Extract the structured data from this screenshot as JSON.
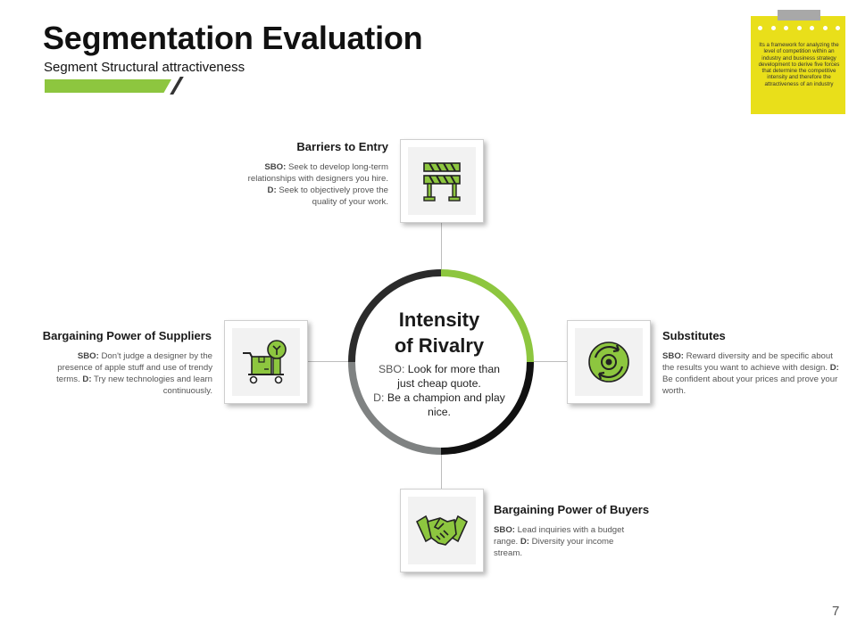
{
  "slide": {
    "title": "Segmentation Evaluation",
    "subtitle": "Segment Structural  attractiveness",
    "page_number": "7"
  },
  "note": {
    "text": "Its a framework for analyzing the level of competition within an industry and business strategy development to derive five forces that determine the competitive intensity and therefore the attractiveness of an industry"
  },
  "center": {
    "title_line1": "Intensity",
    "title_line2": "of Rivalry",
    "sbo_label": "SBO:",
    "sbo_text": " Look for more than just cheap quote.",
    "d_label": "D:",
    "d_text": " Be a champion and play nice."
  },
  "forces": {
    "barriers": {
      "title": "Barriers to Entry",
      "sbo_label": "SBO:",
      "sbo_text": " Seek to develop long-term relationships with  designers you hire.",
      "d_label": "D:",
      "d_text": " Seek to objectively prove the quality of your work.",
      "icon": "barrier-icon"
    },
    "suppliers": {
      "title": "Bargaining Power of Suppliers",
      "sbo_label": "SBO:",
      "sbo_text": " Don't judge a designer by the presence of apple stuff and use of trendy terms.",
      "d_label": "D:",
      "d_text": " Try new technologies and learn continuously.",
      "icon": "supply-cart-icon"
    },
    "substitutes": {
      "title": "Substitutes",
      "sbo_label": "SBO:",
      "sbo_text": " Reward diversity and be specific about the results you want to achieve with design.",
      "d_label": "D:",
      "d_text": " Be confident about your prices and prove your worth.",
      "icon": "substitute-cycle-icon"
    },
    "buyers": {
      "title": "Bargaining Power of Buyers",
      "sbo_label": "SBO:",
      "sbo_text": " Lead inquiries with a budget range.",
      "d_label": "D:",
      "d_text": " Diversity your income stream.",
      "icon": "handshake-icon"
    }
  },
  "colors": {
    "accent_green": "#8dc63f",
    "dark": "#2b2b2b",
    "gray": "#7f8282",
    "black": "#111111",
    "note_yellow": "#e9df1a"
  }
}
